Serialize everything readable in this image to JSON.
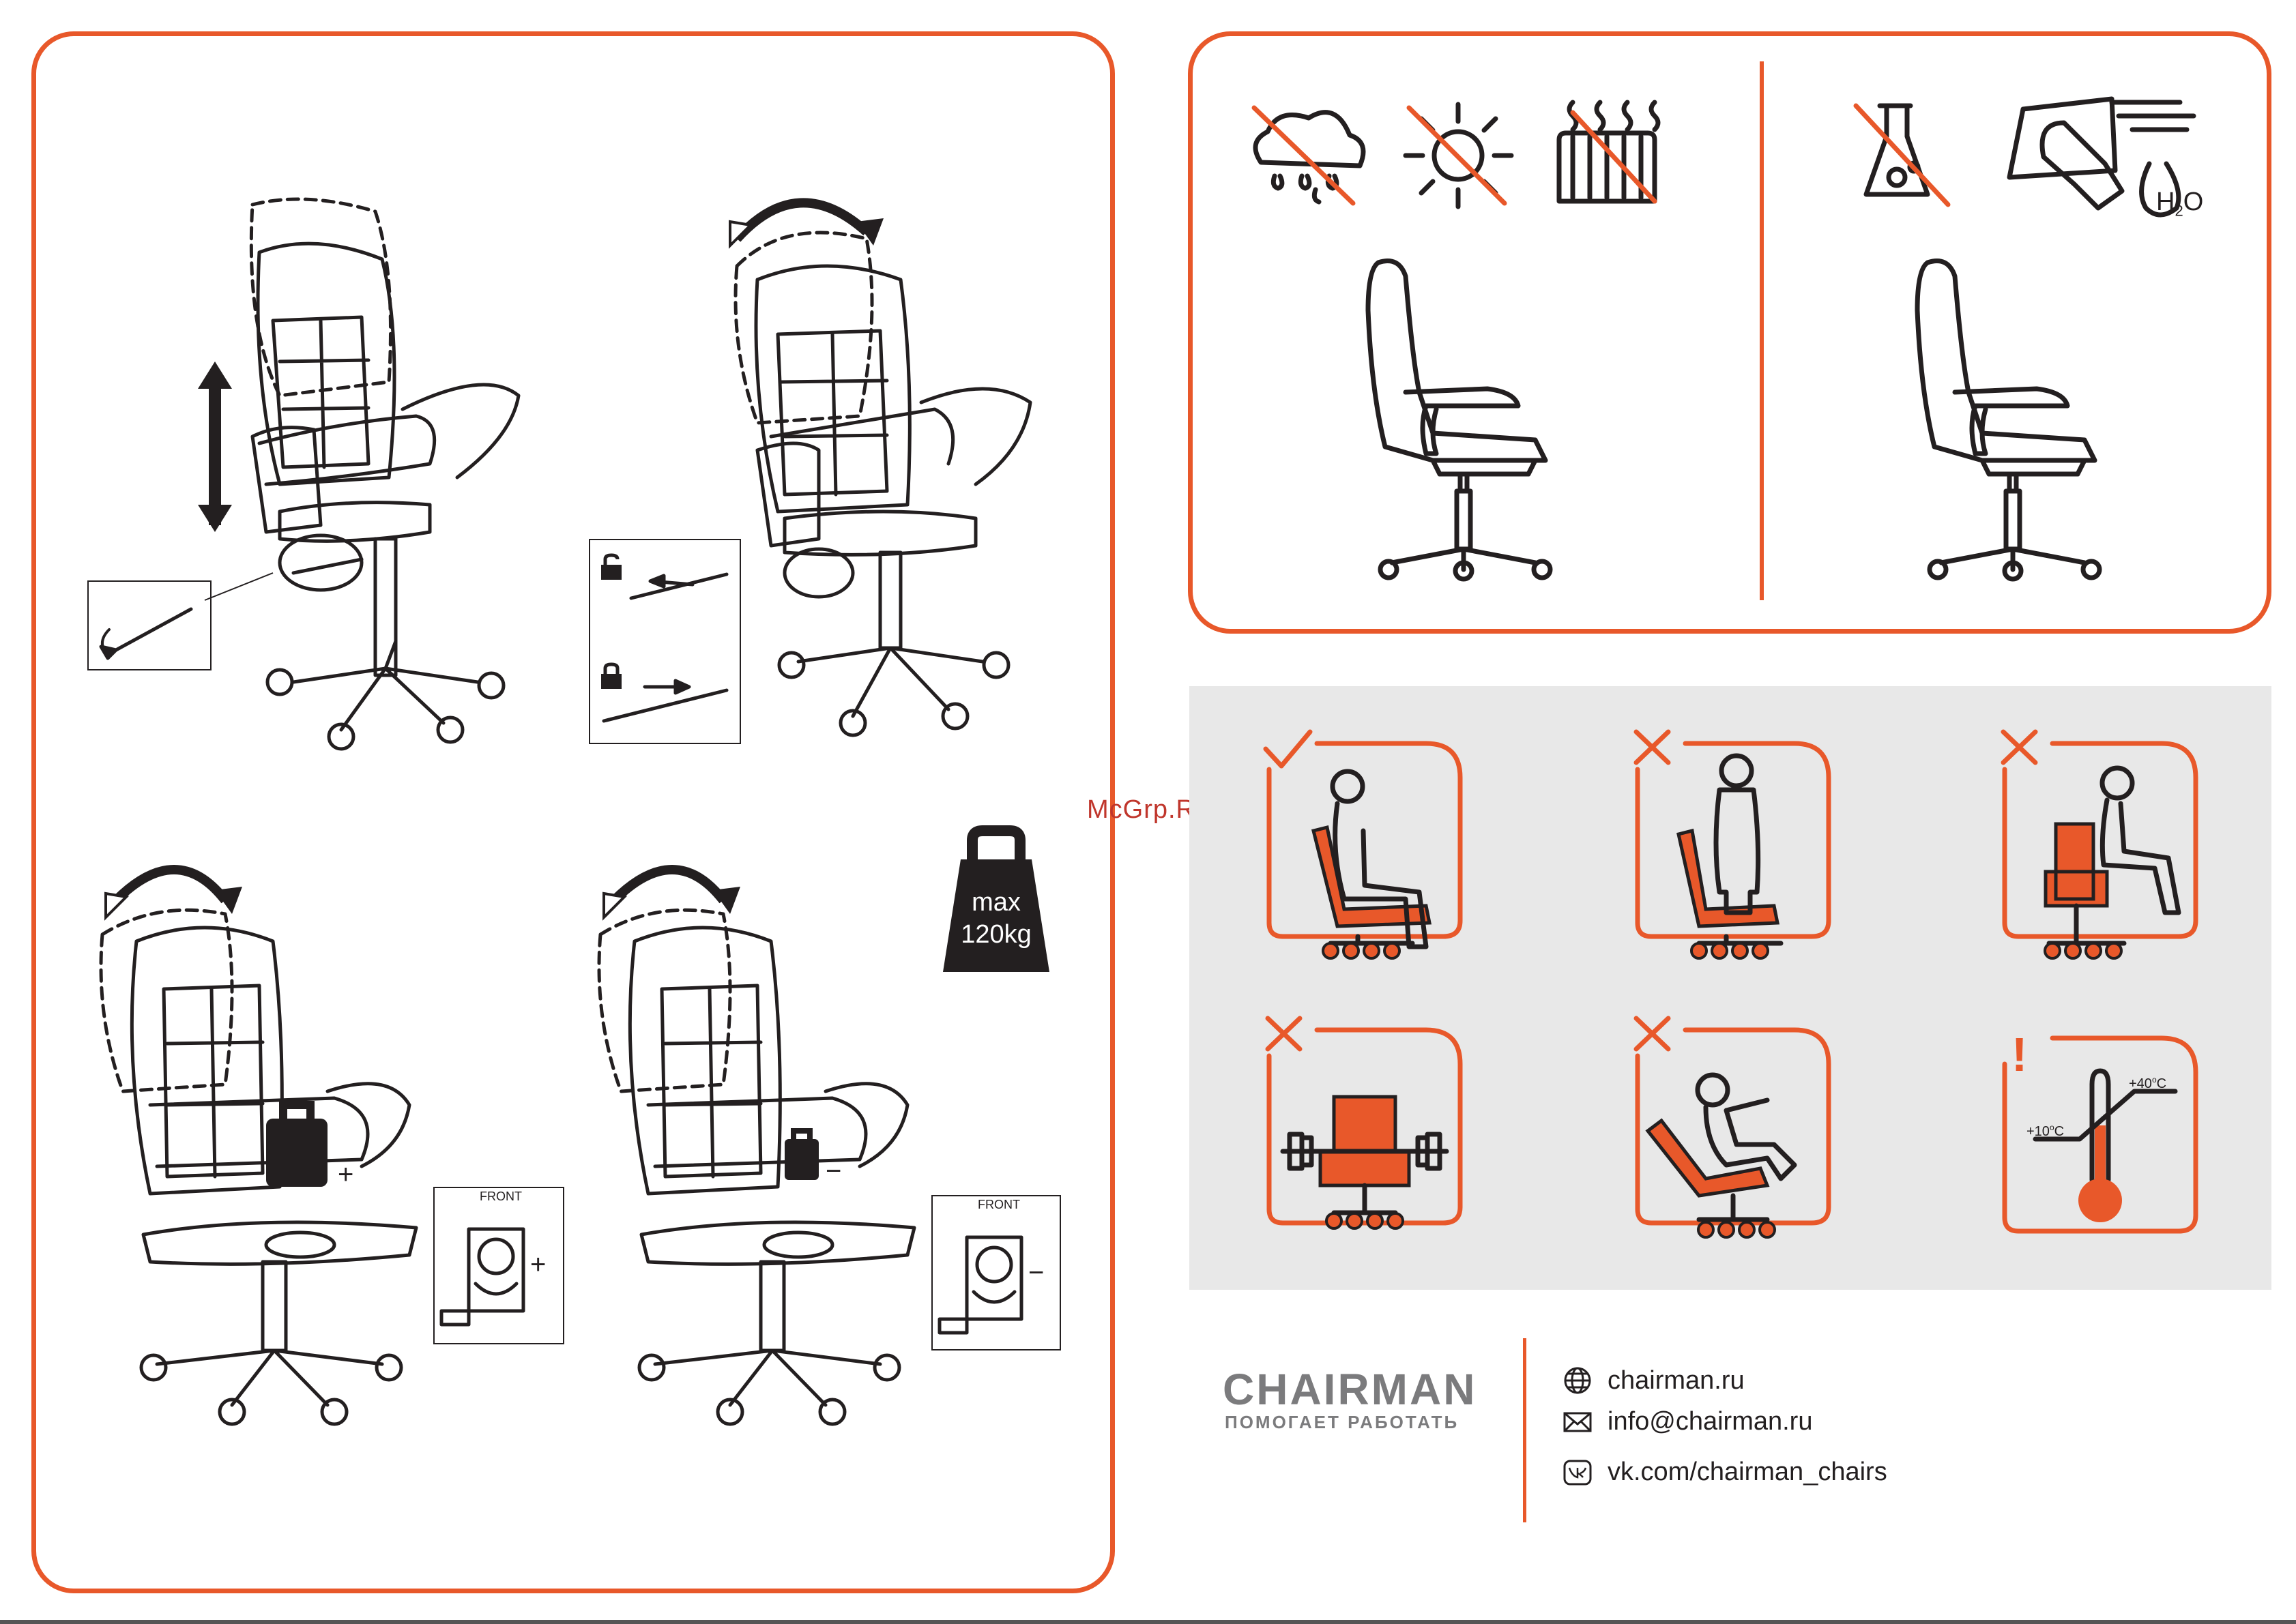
{
  "left_panel": {
    "lock_states": [
      "unlock-icon",
      "lock-icon"
    ],
    "front_labels": [
      "FRONT",
      "FRONT"
    ],
    "tension_signs": [
      "+",
      "+",
      "−",
      "−"
    ],
    "weight_limit": {
      "line1": "max",
      "line2": "120kg"
    }
  },
  "watermark": "McGrp.Ru",
  "care_panel": {
    "prohibited_icons": [
      "rain-icon",
      "sun-icon",
      "radiator-icon",
      "chemical-flask-icon"
    ],
    "cleaning": {
      "icon": "cloth-hand-icon",
      "water_label": "H",
      "water_subscript": "2",
      "water_tail": "O"
    }
  },
  "usage_panel": {
    "tiles": [
      {
        "status": "check",
        "scene": "correct-sitting"
      },
      {
        "status": "cross",
        "scene": "standing-on-chair"
      },
      {
        "status": "cross",
        "scene": "sitting-on-armrest"
      },
      {
        "status": "cross",
        "scene": "lifting-chair"
      },
      {
        "status": "cross",
        "scene": "leaning-back"
      },
      {
        "status": "warning",
        "scene": "temperature-range"
      }
    ],
    "warning_mark": "!",
    "temperature": {
      "low": "+10",
      "high": "+40",
      "unit": "C"
    }
  },
  "brand": {
    "name": "CHAIRMAN",
    "slogan": "ПОМОГАЕТ РАБОТАТЬ"
  },
  "contacts": [
    {
      "icon": "globe-icon",
      "text": "chairman.ru"
    },
    {
      "icon": "envelope-icon",
      "text": "info@chairman.ru"
    },
    {
      "icon": "vk-icon",
      "text": "vk.com/chairman_chairs"
    }
  ],
  "colors": {
    "accent": "#e8582a",
    "ink": "#231f20",
    "panel_bg": "#e8e8e8",
    "brand_gray": "#7b7b7d"
  }
}
